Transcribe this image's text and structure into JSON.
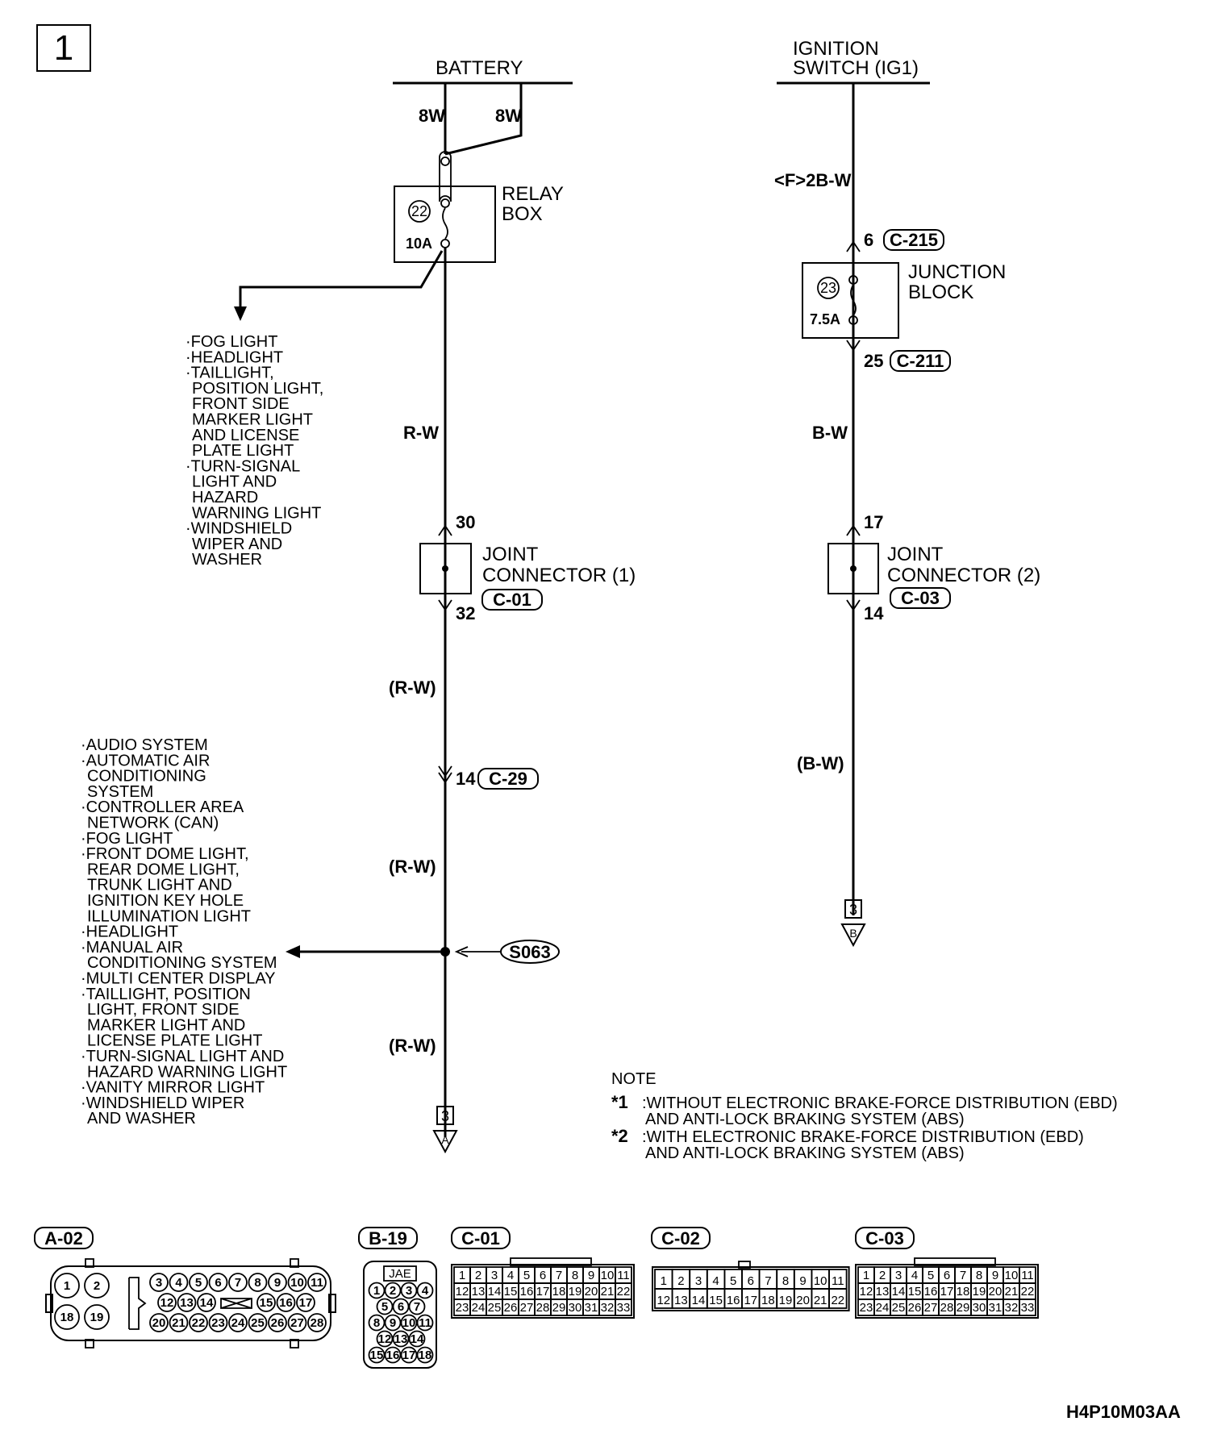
{
  "page_number": "1",
  "drawing_code": "H4P10M03AA",
  "battery": {
    "label": "BATTERY",
    "wire_a": "8W",
    "wire_b": "8W"
  },
  "relay_box": {
    "name_line1": "RELAY",
    "name_line2": "BOX",
    "fuse_no": "22",
    "rating": "10A"
  },
  "relay_branch_loads": [
    "·FOG LIGHT",
    "·HEADLIGHT",
    "·TAILLIGHT,",
    "POSITION LIGHT,",
    "FRONT SIDE",
    "MARKER LIGHT",
    "AND LICENSE",
    "PLATE LIGHT",
    "·TURN-SIGNAL",
    "LIGHT AND",
    "HAZARD",
    "WARNING LIGHT",
    "·WINDSHIELD",
    "WIPER AND",
    "WASHER"
  ],
  "circuit_a": {
    "wire_main": "R-W",
    "jc1": {
      "pin_in": "30",
      "pin_out": "32",
      "name_line1": "JOINT",
      "name_line2": "CONNECTOR (1)",
      "connector": "C-01"
    },
    "wire_after_jc": "(R-W)",
    "inline_pin": "14",
    "inline_connector": "C-29",
    "wire_before_splice": "(R-W)",
    "splice": "S063",
    "wire_after_splice": "(R-W)",
    "page_ref": "3",
    "ref_letter": "A"
  },
  "splice_loads": [
    "·AUDIO SYSTEM",
    "·AUTOMATIC AIR",
    "CONDITIONING",
    "SYSTEM",
    "·CONTROLLER AREA",
    "NETWORK (CAN)",
    "·FOG LIGHT",
    "·FRONT DOME LIGHT,",
    "REAR DOME LIGHT,",
    "TRUNK LIGHT AND",
    "IGNITION KEY HOLE",
    "ILLUMINATION LIGHT",
    "·HEADLIGHT",
    "·MANUAL AIR",
    "CONDITIONING SYSTEM",
    "·MULTI CENTER DISPLAY",
    "·TAILLIGHT, POSITION",
    "LIGHT, FRONT SIDE",
    "MARKER LIGHT AND",
    "LICENSE PLATE LIGHT",
    "·TURN-SIGNAL LIGHT AND",
    "HAZARD WARNING LIGHT",
    "·VANITY MIRROR LIGHT",
    "·WINDSHIELD WIPER",
    "AND WASHER"
  ],
  "ignition": {
    "label_line1": "IGNITION",
    "label_line2": "SWITCH (IG1)",
    "wire_top": "<F>2B-W"
  },
  "junction_block": {
    "pin_in": "6",
    "connector_in": "C-215",
    "name_line1": "JUNCTION",
    "name_line2": "BLOCK",
    "fuse_no": "23",
    "rating": "7.5A",
    "pin_out": "25",
    "connector_out": "C-211"
  },
  "circuit_b": {
    "wire_main": "B-W",
    "jc2": {
      "pin_in": "17",
      "pin_out": "14",
      "name_line1": "JOINT",
      "name_line2": "CONNECTOR (2)",
      "connector": "C-03"
    },
    "wire_after_jc": "(B-W)",
    "page_ref": "3",
    "ref_letter": "B"
  },
  "note": {
    "title": "NOTE",
    "items": [
      {
        "mark": "*1",
        "line1": ":WITHOUT ELECTRONIC BRAKE-FORCE DISTRIBUTION (EBD)",
        "line2": "AND ANTI-LOCK BRAKING SYSTEM (ABS)"
      },
      {
        "mark": "*2",
        "line1": ":WITH ELECTRONIC BRAKE-FORCE DISTRIBUTION (EBD)",
        "line2": "AND ANTI-LOCK BRAKING SYSTEM (ABS)"
      }
    ]
  },
  "connector_views": {
    "a02": {
      "label": "A-02"
    },
    "b19": {
      "label": "B-19",
      "maker": "JAE"
    },
    "c01": {
      "label": "C-01"
    },
    "c02": {
      "label": "C-02"
    },
    "c03": {
      "label": "C-03"
    }
  }
}
